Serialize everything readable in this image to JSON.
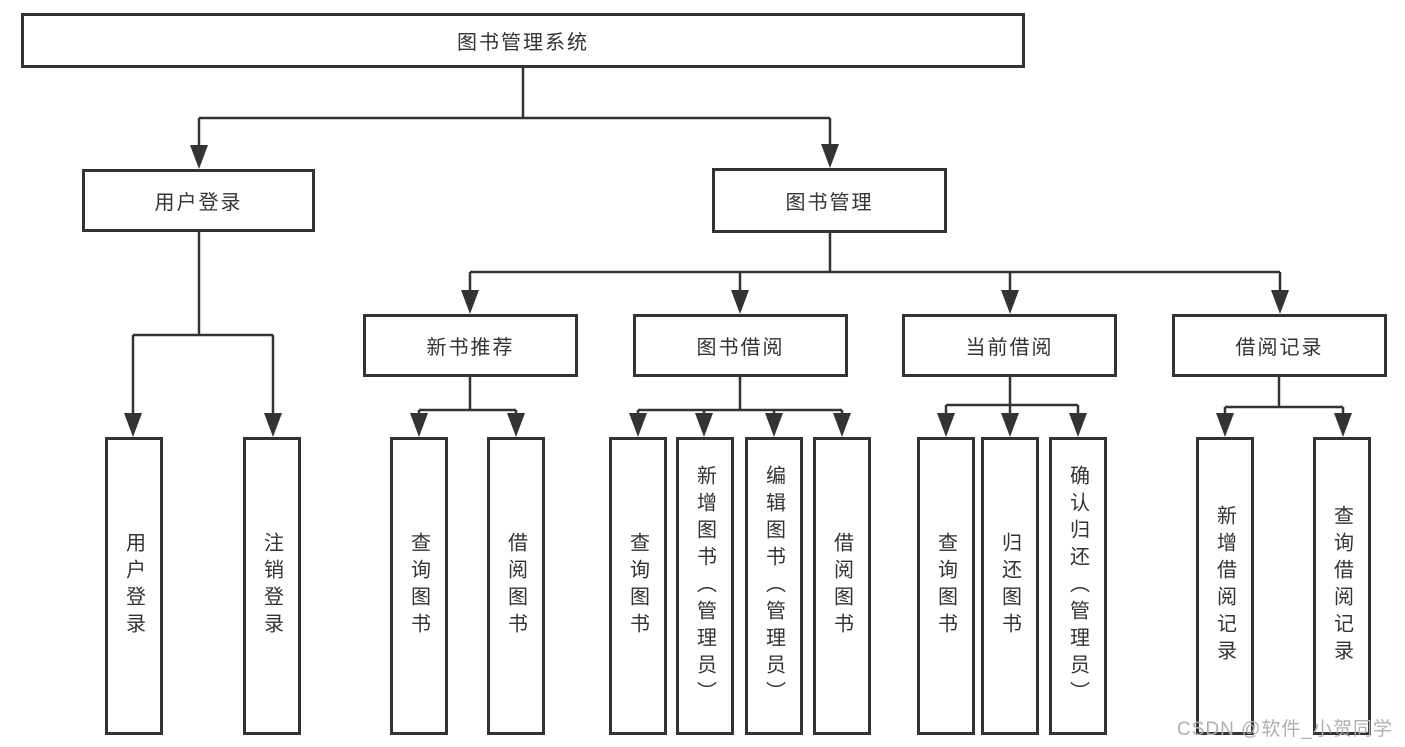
{
  "tree": {
    "root": {
      "label": "图书管理系统"
    },
    "branches": [
      {
        "label": "用户登录",
        "children": [
          {
            "label": "用户登录"
          },
          {
            "label": "注销登录"
          }
        ]
      },
      {
        "label": "图书管理",
        "children": [
          {
            "label": "新书推荐",
            "children": [
              {
                "label": "查询图书"
              },
              {
                "label": "借阅图书"
              }
            ]
          },
          {
            "label": "图书借阅",
            "children": [
              {
                "label": "查询图书"
              },
              {
                "label": "新增图书（管理员）"
              },
              {
                "label": "编辑图书（管理员）"
              },
              {
                "label": "借阅图书"
              }
            ]
          },
          {
            "label": "当前借阅",
            "children": [
              {
                "label": "查询图书"
              },
              {
                "label": "归还图书"
              },
              {
                "label": "确认归还（管理员）"
              }
            ]
          },
          {
            "label": "借阅记录",
            "children": [
              {
                "label": "新增借阅记录"
              },
              {
                "label": "查询借阅记录"
              }
            ]
          }
        ]
      }
    ]
  },
  "watermark": {
    "text": "CSDN @软件_小贺同学"
  },
  "colors": {
    "line": "#333333",
    "node_border": "#333333",
    "text": "#333333",
    "watermark": "#b0b0b0",
    "background": "#ffffff"
  }
}
